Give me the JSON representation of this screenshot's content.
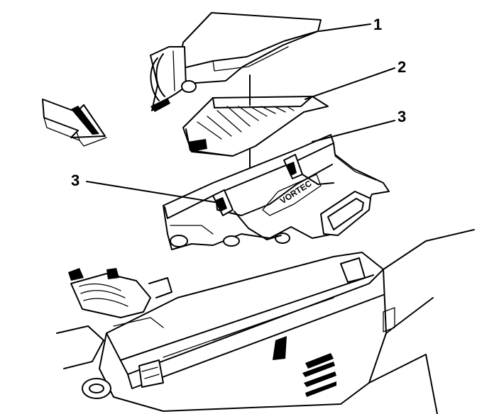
{
  "diagram": {
    "callouts": [
      {
        "id": "c1",
        "label": "1"
      },
      {
        "id": "c2",
        "label": "2"
      },
      {
        "id": "c3a",
        "label": "3"
      },
      {
        "id": "c3b",
        "label": "3"
      }
    ],
    "embossed_text": "VORTEC",
    "colors": {
      "ink": "#000000",
      "paper": "#ffffff"
    },
    "parts": [
      {
        "name": "air-cleaner-cover",
        "callout": "1"
      },
      {
        "name": "air-filter-element",
        "callout": "2"
      },
      {
        "name": "retaining-clips",
        "callout": "3"
      }
    ],
    "direction_arrow": "arrow-icon"
  }
}
